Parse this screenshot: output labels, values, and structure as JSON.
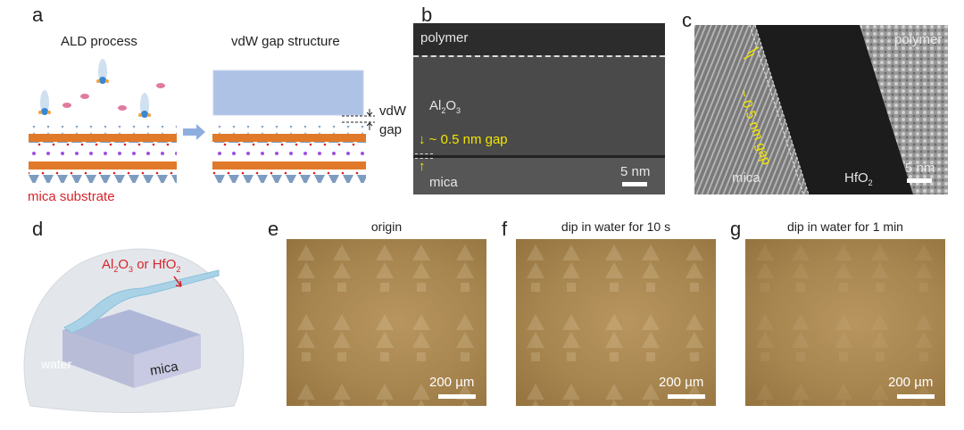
{
  "panels": {
    "a": {
      "label": "a",
      "left_title": "ALD process",
      "right_title": "vdW gap structure",
      "gap_label_1": "vdW",
      "gap_label_2": "gap",
      "substrate_label": "mica substrate"
    },
    "b": {
      "label": "b",
      "top_layer": "polymer",
      "middle_layer_base": "Al",
      "middle_layer_sub1": "2",
      "middle_layer_mid": "O",
      "middle_layer_sub2": "3",
      "gap_annotation": "~ 0.5 nm gap",
      "bottom_layer": "mica",
      "scale": "5 nm"
    },
    "c": {
      "label": "c",
      "left_layer": "mica",
      "middle_layer_base": "HfO",
      "middle_layer_sub": "2",
      "right_layer": "polymer",
      "gap_annotation": "~ 0.5 nm gap",
      "scale": "5 nm"
    },
    "d": {
      "label": "d",
      "film_label_a": "Al",
      "film_label_a_sub1": "2",
      "film_label_a_mid": "O",
      "film_label_a_sub2": "3",
      "film_label_or": " or HfO",
      "film_label_b_sub": "2",
      "medium_label": "water",
      "substrate_label": "mica"
    },
    "e": {
      "label": "e",
      "title": "origin",
      "scale": "200 µm"
    },
    "f": {
      "label": "f",
      "title": "dip in water for 10 s",
      "scale": "200 µm"
    },
    "g": {
      "label": "g",
      "title": "dip in water for 1 min",
      "scale": "200 µm"
    }
  },
  "colors": {
    "annotation_yellow": "#f2e600",
    "substrate_red": "#d8242c",
    "film_blue": "#aec2e6",
    "optical_gold": "#a88650"
  }
}
